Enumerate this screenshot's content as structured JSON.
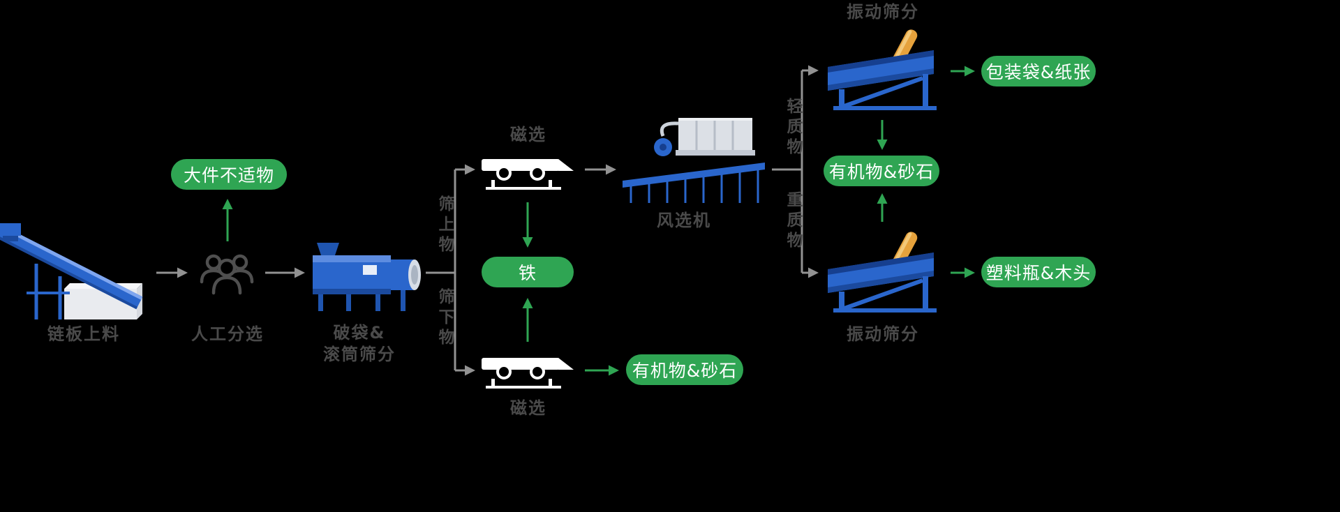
{
  "colors": {
    "background": "#000000",
    "green": "#2fa553",
    "arrow_gray": "#929292",
    "label_gray": "#4a4a4a",
    "pill_text": "#ffffff",
    "machine_blue": "#2a66cc",
    "machine_blue_dark": "#1b4a9e",
    "motor_yellow": "#e6a23c"
  },
  "machines": {
    "chain_feeder": {
      "label": "链板上料"
    },
    "manual_sorting": {
      "label": "人工分选"
    },
    "drum_screen": {
      "label": "破袋&\n滚筒筛分"
    },
    "magnetic_top": {
      "label": "磁选"
    },
    "magnetic_bottom": {
      "label": "磁选"
    },
    "air_separator": {
      "label": "风选机"
    },
    "vibrating_top": {
      "label": "振动筛分"
    },
    "vibrating_bottom": {
      "label": "振动筛分"
    }
  },
  "branch_labels": {
    "over_screen": "筛上物",
    "under_screen": "筛下物",
    "light_fraction": "轻质物",
    "heavy_fraction": "重质物"
  },
  "outputs": {
    "bulky_waste": "大件不适物",
    "iron": "铁",
    "organics_sand_bottom": "有机物&砂石",
    "packaging_paper": "包装袋&纸张",
    "organics_sand_right": "有机物&砂石",
    "plastic_wood": "塑料瓶&木头"
  }
}
